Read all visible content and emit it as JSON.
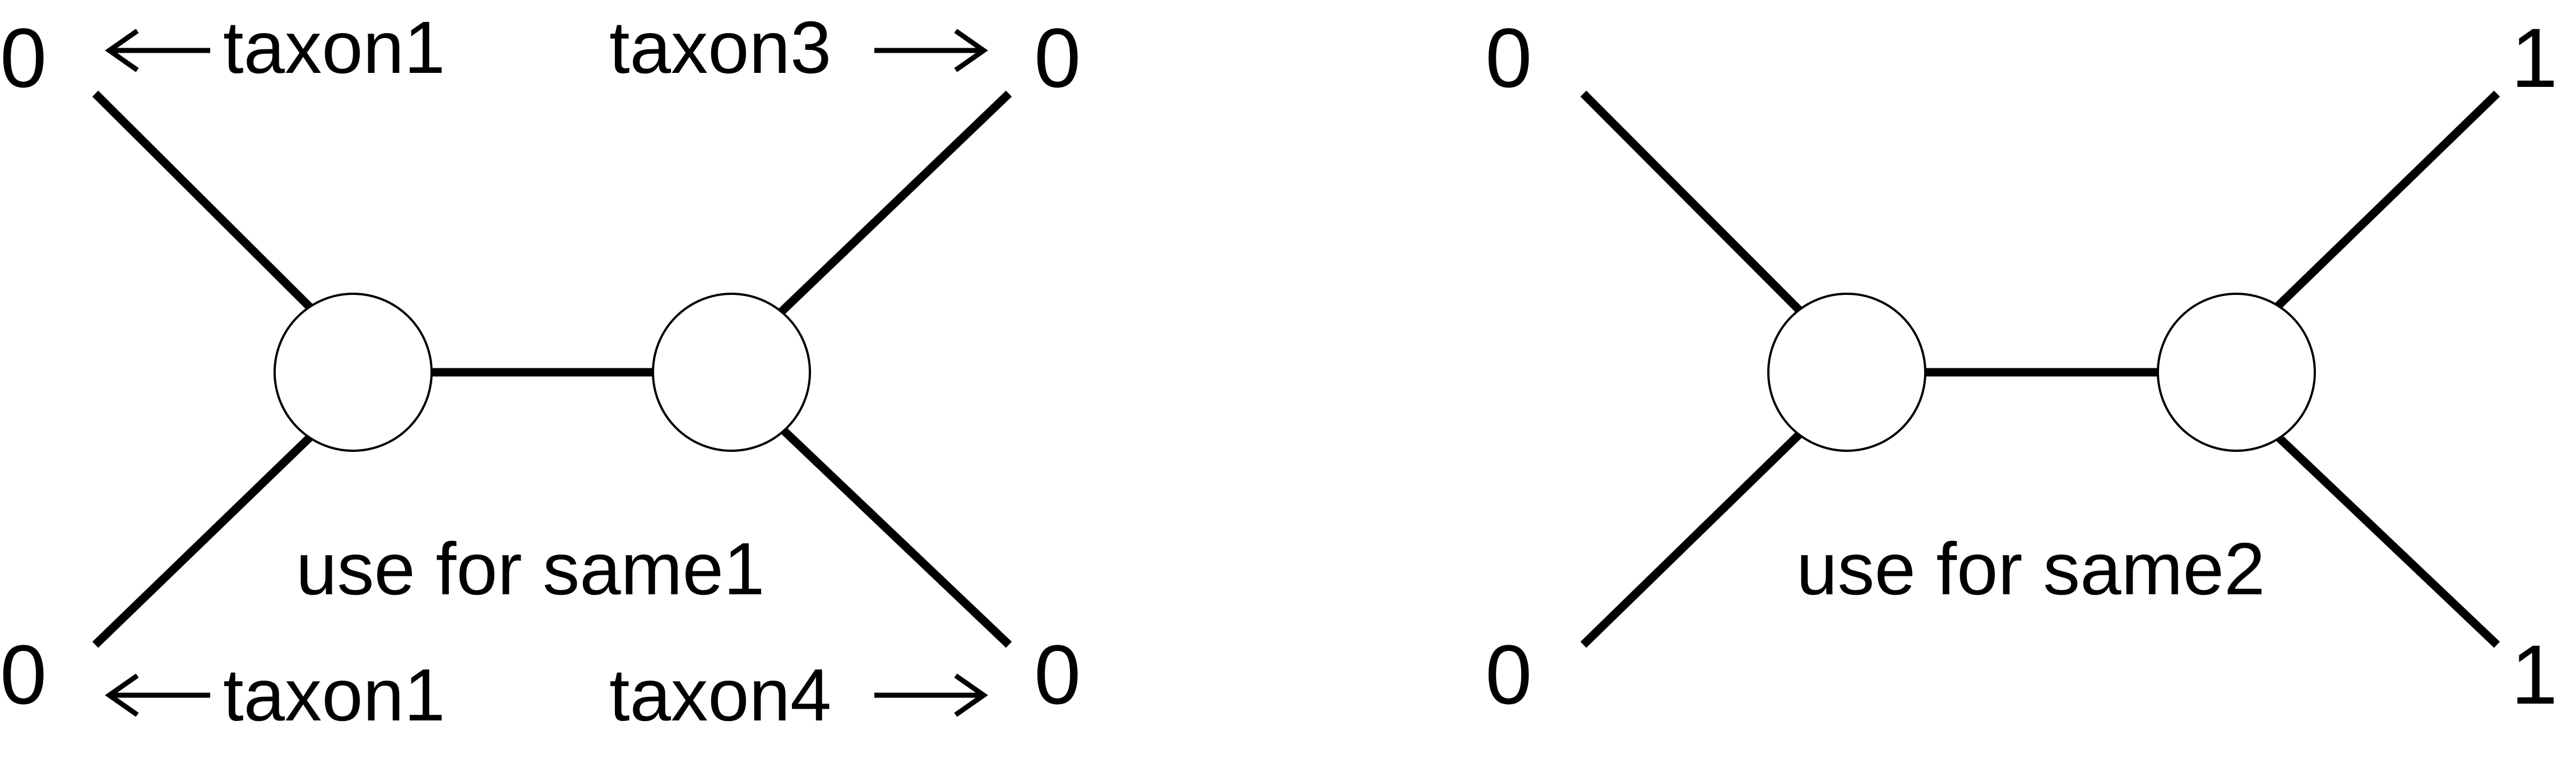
{
  "trees": [
    {
      "caption": "use for same1",
      "states": {
        "top_left": "0",
        "top_right": "0",
        "bottom_left": "0",
        "bottom_right": "0"
      },
      "taxa": {
        "top_left": "taxon1",
        "top_right": "taxon3",
        "bottom_left": "taxon1",
        "bottom_right": "taxon4"
      }
    },
    {
      "caption": "use for same2",
      "states": {
        "top_left": "0",
        "top_right": "1",
        "bottom_left": "0",
        "bottom_right": "1"
      }
    }
  ]
}
